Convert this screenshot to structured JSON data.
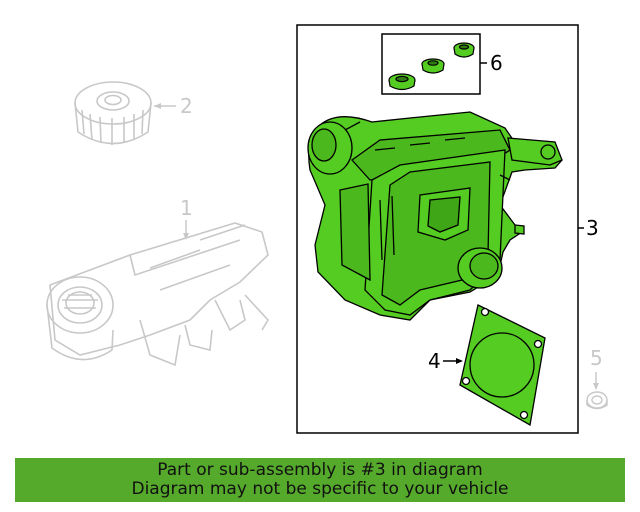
{
  "callouts": {
    "c1": "1",
    "c2": "2",
    "c3": "3",
    "c4": "4",
    "c5": "5",
    "c6": "6"
  },
  "banner": {
    "line1": "Part or sub-assembly is #3 in diagram",
    "line2": "Diagram may not be specific to your vehicle"
  },
  "colors": {
    "highlight": "#55cc22",
    "banner": "#55aa2c",
    "faded": "#c8c8c8"
  }
}
